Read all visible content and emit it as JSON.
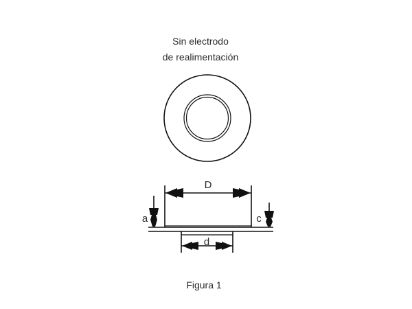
{
  "figure": {
    "title_line1": "Sin electrodo",
    "title_line2": "de realimentación",
    "caption": "Figura 1"
  },
  "dimensions": {
    "outer_width_label": "D",
    "inner_width_label": "d",
    "left_height_label": "a",
    "right_height_label": "c"
  },
  "colors": {
    "line": "#111111",
    "text": "#2a2a2a",
    "background": "#ffffff"
  }
}
